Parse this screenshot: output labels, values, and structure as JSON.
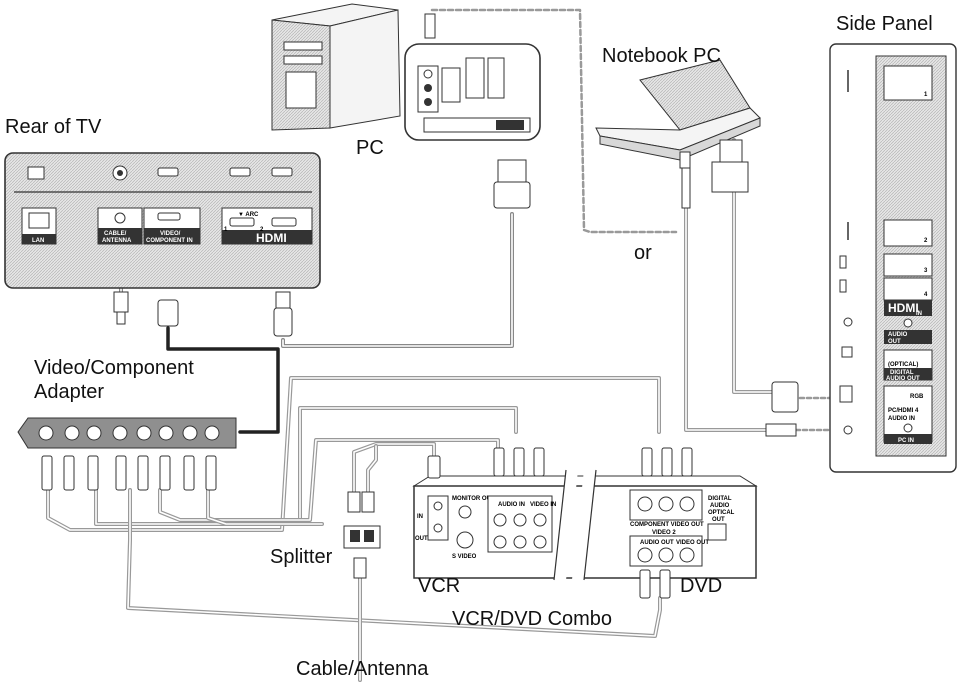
{
  "labels": {
    "rear_of_tv": "Rear of TV",
    "pc": "PC",
    "notebook_pc": "Notebook PC",
    "side_panel": "Side Panel",
    "or": "or",
    "video_component_adapter_line1": "Video/Component",
    "video_component_adapter_line2": "Adapter",
    "splitter": "Splitter",
    "vcr": "VCR",
    "dvd": "DVD",
    "vcr_dvd_combo": "VCR/DVD Combo",
    "cable_antenna": "Cable/Antenna"
  },
  "tv_rear_ports": {
    "lan": "LAN",
    "cable_antenna_line1": "CABLE/",
    "cable_antenna_line2": "ANTENNA",
    "video_component_line1": "VIDEO/",
    "video_component_line2": "COMPONENT IN",
    "arc": "▼ ARC",
    "hdmi": "HDMI",
    "hdmi_num_1": "1",
    "hdmi_num_2": "2"
  },
  "side_panel_ports": {
    "usb_1": "1",
    "usb_2": "2",
    "hdmi_3": "3",
    "hdmi_4": "4",
    "hdmi_logo": "HDMI",
    "hdmi_in": "IN",
    "audio_out_line1": "AUDIO",
    "audio_out_line2": "OUT",
    "optical_line1": "(OPTICAL)",
    "optical_line2": "DIGITAL",
    "optical_line3": "AUDIO OUT",
    "rgb": "RGB",
    "pc_hdmi_audio_line1": "PC/HDMI 4",
    "pc_hdmi_audio_line2": "AUDIO IN",
    "pc_in": "PC IN"
  },
  "vcr_ports": {
    "monitor_out": "MONITOR OUT",
    "s_video": "S VIDEO",
    "in": "IN",
    "out": "OUT",
    "audio_in": "AUDIO IN",
    "video_in": "VIDEO IN"
  },
  "dvd_ports": {
    "component_video_out": "COMPONENT VIDEO OUT",
    "digital_audio_out_line1": "DIGITAL",
    "digital_audio_out_line2": "AUDIO",
    "digital_audio_out_line3": "OPTICAL",
    "digital_audio_out_line4": "OUT",
    "video_2": "VIDEO 2",
    "audio_out": "AUDIO OUT",
    "video_out": "VIDEO OUT"
  }
}
